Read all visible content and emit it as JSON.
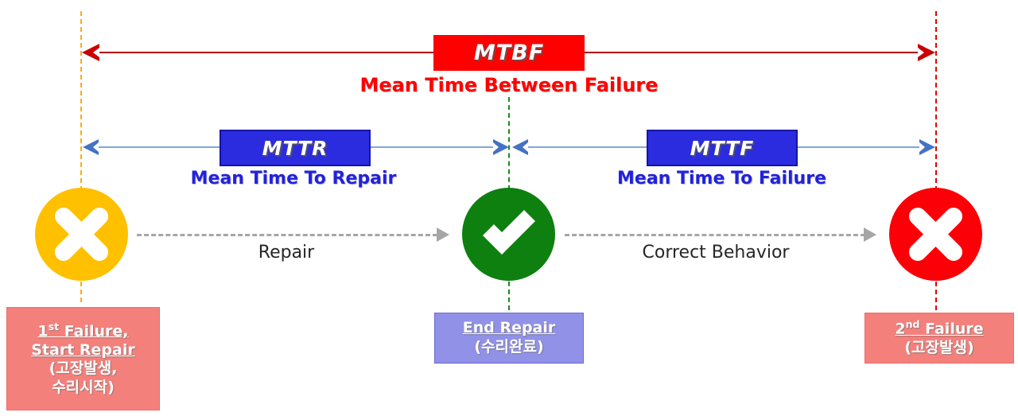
{
  "diagram": {
    "title": "MTBF / MTTR / MTTF reliability timeline",
    "colors": {
      "mtbf_red": "#FF0000",
      "mtbf_arrow": "#CC0000",
      "mttr_mttf_blue": "#2B2BE0",
      "measure_arrow_blue": "#4472C4",
      "failure_first": "#FFC000",
      "repaired": "#0E8010",
      "failure_second": "#FB0007",
      "event_box_pink": "#F4807C",
      "event_box_periwinkle": "#9191E8",
      "transition_gray": "#A6A6A6"
    }
  },
  "metrics": [
    {
      "id": "mtbf",
      "abbr": "MTBF",
      "caption": "Mean Time Between Failure"
    },
    {
      "id": "mttr",
      "abbr": "MTTR",
      "caption": "Mean Time To Repair"
    },
    {
      "id": "mttf",
      "abbr": "MTTF",
      "caption": "Mean Time To Failure"
    }
  ],
  "states": [
    {
      "id": "failure-1",
      "icon": "cross-mark-icon",
      "meaning": "failure"
    },
    {
      "id": "repaired",
      "icon": "check-mark-icon",
      "meaning": "repair complete"
    },
    {
      "id": "failure-2",
      "icon": "cross-mark-icon",
      "meaning": "failure"
    }
  ],
  "transitions": [
    {
      "id": "repair",
      "label": "Repair"
    },
    {
      "id": "correct-behavior",
      "label": "Correct Behavior"
    }
  ],
  "events": [
    {
      "id": "first-failure",
      "en_line1_prefix": "1",
      "en_line1_sup": "st",
      "en_line1_rest": " Failure,",
      "en_line2": "Start Repair",
      "ko_line1": "(고장발생,",
      "ko_line2": "수리시작)"
    },
    {
      "id": "end-repair",
      "en_line1_prefix": "",
      "en_line1_sup": "",
      "en_line1_rest": "End Repair",
      "en_line2": "",
      "ko_line1": "(수리완료)",
      "ko_line2": ""
    },
    {
      "id": "second-failure",
      "en_line1_prefix": "2",
      "en_line1_sup": "nd",
      "en_line1_rest": " Failure",
      "en_line2": "",
      "ko_line1": "(고장발생)",
      "ko_line2": ""
    }
  ]
}
